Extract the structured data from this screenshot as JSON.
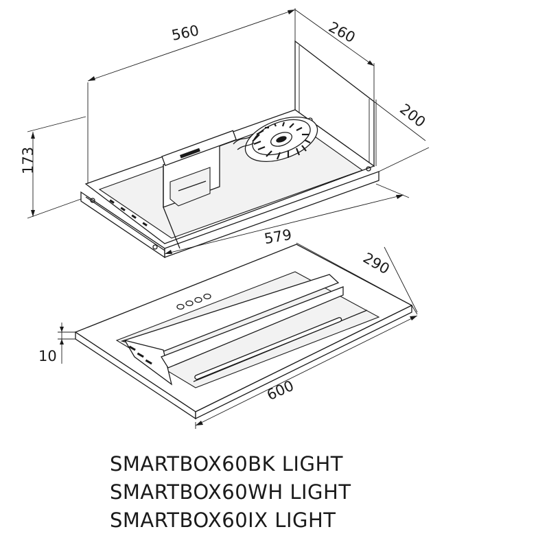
{
  "dimensions": {
    "width_top": "560",
    "depth_top": "260",
    "height_top": "173",
    "inner_depth": "200",
    "width_mid": "579",
    "panel_depth": "290",
    "panel_thickness": "10",
    "panel_width": "600"
  },
  "models": [
    "SMARTBOX60BK LIGHT",
    "SMARTBOX60WH LIGHT",
    "SMARTBOX60IX LIGHT"
  ]
}
